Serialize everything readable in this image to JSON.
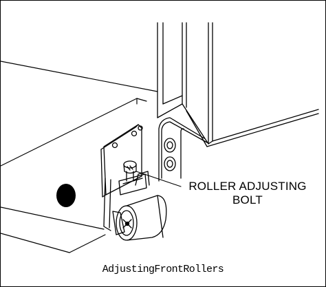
{
  "diagram": {
    "callout_line1": "ROLLER ADJUSTING",
    "callout_line2": "BOLT",
    "caption": "AdjustingFrontRollers"
  }
}
